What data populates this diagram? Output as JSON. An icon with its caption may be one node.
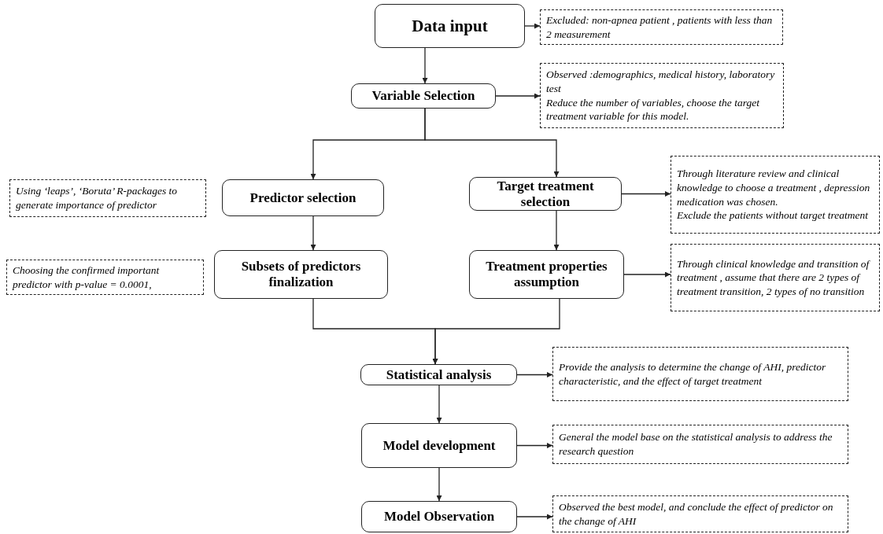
{
  "diagram": {
    "nodes": [
      {
        "text": [
          "Data input"
        ]
      },
      {
        "text": [
          "Excluded: non-apnea patient , patients with less than 2 measurement"
        ]
      },
      {
        "text": [
          "Variable Selection"
        ]
      },
      {
        "text": [
          "Observed :demographics, medical history, laboratory test",
          "Reduce the number of variables, choose the target treatment variable for this model."
        ]
      },
      {
        "text": [
          "Using ‘leaps’, ‘Boruta’ R-packages to generate importance of predictor"
        ]
      },
      {
        "text": [
          "Predictor  selection"
        ]
      },
      {
        "text": [
          "Target treatment selection"
        ]
      },
      {
        "text": [
          "Through literature review  and clinical knowledge to choose a treatment , depression medication  was chosen.",
          "Exclude the patients without target treatment"
        ]
      },
      {
        "text": [
          "Choosing the confirmed important predictor with p-value = 0.0001,"
        ]
      },
      {
        "text": [
          "Subsets of predictors finalization"
        ]
      },
      {
        "text": [
          "Treatment properties assumption"
        ]
      },
      {
        "text": [
          "Through clinical knowledge and transition of treatment , assume that there are 2 types of treatment transition, 2 types of no transition"
        ]
      },
      {
        "text": [
          "Statistical analysis"
        ]
      },
      {
        "text": [
          "Provide the analysis to determine the change of AHI, predictor characteristic, and the effect of target treatment"
        ]
      },
      {
        "text": [
          "Model development"
        ]
      },
      {
        "text": [
          "General the model base on the statistical analysis to address the research question"
        ]
      },
      {
        "text": [
          "Model Observation"
        ]
      },
      {
        "text": [
          "Observed the best model, and conclude the effect of predictor on the change of AHI"
        ]
      }
    ],
    "edges": [
      {
        "from": 0,
        "to": 2,
        "arrow": "to"
      },
      {
        "from": 0,
        "to": 1,
        "arrow": "to"
      },
      {
        "from": 2,
        "to": 3,
        "arrow": "to"
      },
      {
        "from": 2,
        "to": 5,
        "arrow": "to"
      },
      {
        "from": 2,
        "to": 6,
        "arrow": "to"
      },
      {
        "from": 5,
        "to": 9,
        "arrow": "to"
      },
      {
        "from": 6,
        "to": 10,
        "arrow": "to"
      },
      {
        "from": 6,
        "to": 7,
        "arrow": "to"
      },
      {
        "from": 10,
        "to": 11,
        "arrow": "to"
      },
      {
        "from": 9,
        "to": 12,
        "arrow": "to"
      },
      {
        "from": 10,
        "to": 12,
        "arrow": "to"
      },
      {
        "from": 12,
        "to": 13,
        "arrow": "to"
      },
      {
        "from": 12,
        "to": 14,
        "arrow": "to"
      },
      {
        "from": 14,
        "to": 15,
        "arrow": "to"
      },
      {
        "from": 14,
        "to": 16,
        "arrow": "to"
      },
      {
        "from": 16,
        "to": 17,
        "arrow": "to"
      }
    ]
  }
}
